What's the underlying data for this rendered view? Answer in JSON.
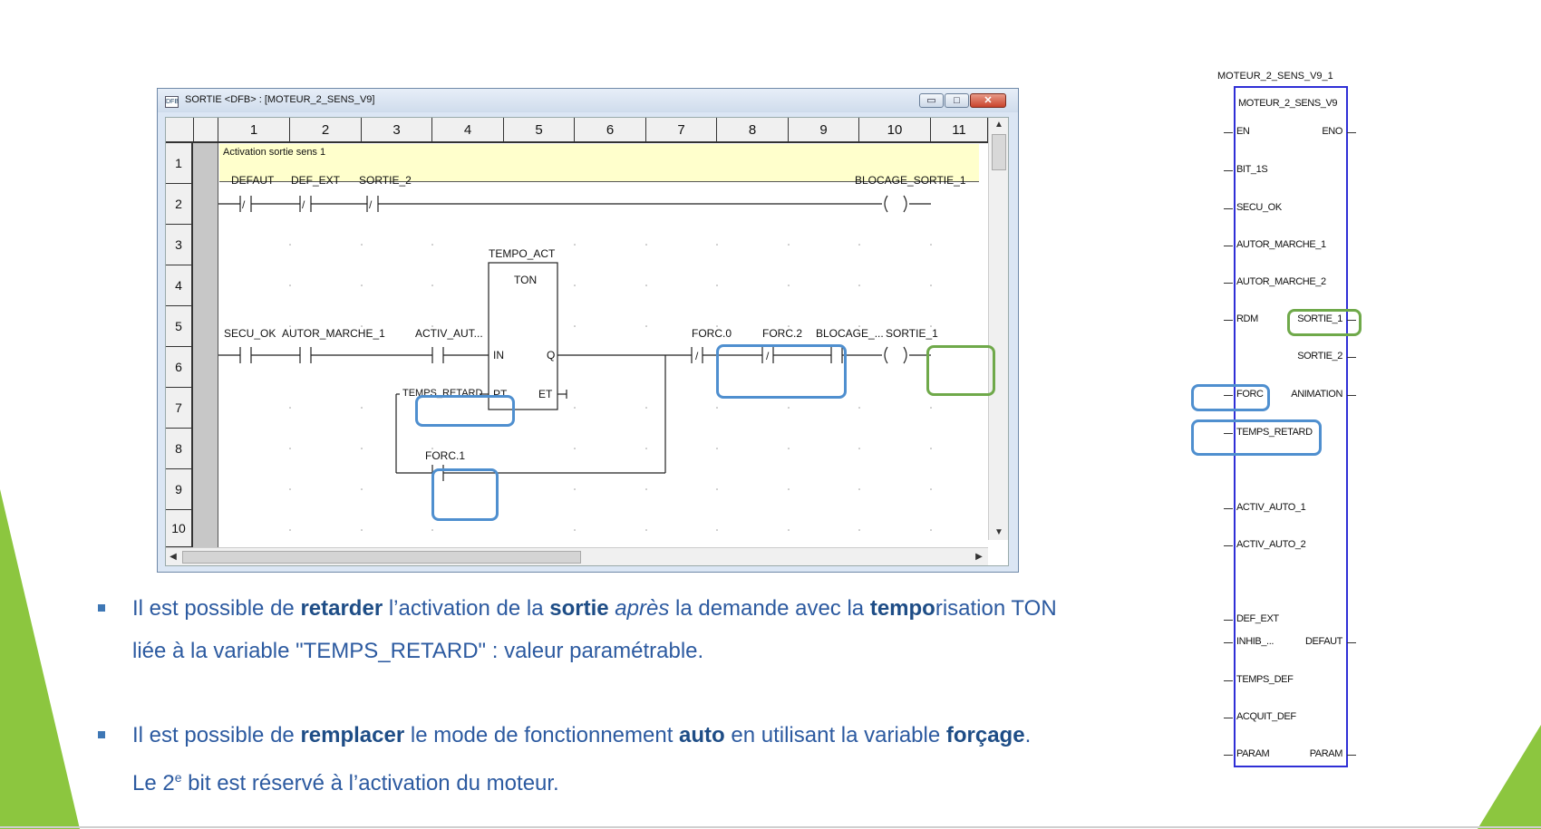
{
  "window": {
    "title": "SORTIE <DFB> : [MOTEUR_2_SENS_V9]",
    "icon_label": "DFB",
    "btn_min": "▭",
    "btn_max": "□",
    "btn_close": "✕"
  },
  "grid": {
    "columns": [
      "1",
      "2",
      "3",
      "4",
      "5",
      "6",
      "7",
      "8",
      "9",
      "10",
      "11"
    ],
    "rows": [
      "1",
      "2",
      "3",
      "4",
      "5",
      "6",
      "7",
      "8",
      "9",
      "10"
    ],
    "comment": "Activation sortie sens 1"
  },
  "ladder": {
    "defaut": "DEFAUT",
    "def_ext": "DEF_EXT",
    "sortie_2": "SORTIE_2",
    "blocage_sortie_1": "BLOCAGE_SORTIE_1",
    "tempo_act": "TEMPO_ACT",
    "ton": "TON",
    "in": "IN",
    "q": "Q",
    "pt": "PT",
    "et": "ET",
    "secu_ok": "SECU_OK",
    "autor_marche_1": "AUTOR_MARCHE_1",
    "activ_aut": "ACTIV_AUT...",
    "temps_retard": "TEMPS_RETARD",
    "forc0": "FORC.0",
    "forc2": "FORC.2",
    "blocage": "BLOCAGE_...",
    "sortie_1": "SORTIE_1",
    "forc1": "FORC.1",
    "nc_mark": "/",
    "coil_mark": "(    )"
  },
  "text": {
    "p1_line1": [
      {
        "t": "Il est possible de ",
        "b": false,
        "i": false
      },
      {
        "t": "retarder",
        "b": true,
        "i": false
      },
      {
        "t": " l’activation de la ",
        "b": false,
        "i": false
      },
      {
        "t": "sortie",
        "b": true,
        "i": false
      },
      {
        "t": " ",
        "b": false,
        "i": false
      },
      {
        "t": "après",
        "b": false,
        "i": true
      },
      {
        "t": " la demande avec la ",
        "b": false,
        "i": false
      },
      {
        "t": "tempo",
        "b": true,
        "i": false
      },
      {
        "t": "risation TON",
        "b": false,
        "i": false
      }
    ],
    "p1_line2": "liée à la variable \"TEMPS_RETARD\" : valeur paramétrable.",
    "p2_line1": [
      {
        "t": "Il est possible de ",
        "b": false,
        "i": false
      },
      {
        "t": "remplacer",
        "b": true,
        "i": false
      },
      {
        "t": " le mode de fonctionnement ",
        "b": false,
        "i": false
      },
      {
        "t": "auto",
        "b": true,
        "i": false
      },
      {
        "t": " en utilisant la variable ",
        "b": false,
        "i": false
      },
      {
        "t": "forçage",
        "b": true,
        "i": false
      },
      {
        "t": ".",
        "b": false,
        "i": false
      }
    ],
    "p2_line2_a": "Le 2",
    "p2_line2_sup": "e",
    "p2_line2_b": " bit est réservé à l’activation du moteur."
  },
  "fb": {
    "title": "MOTEUR_2_SENS_V9_1",
    "type": "MOTEUR_2_SENS_V9",
    "inputs": [
      "EN",
      "BIT_1S",
      "SECU_OK",
      "AUTOR_MARCHE_1",
      "AUTOR_MARCHE_2",
      "RDM",
      "FORC",
      "TEMPS_RETARD",
      "ACTIV_AUTO_1",
      "ACTIV_AUTO_2",
      "DEF_EXT",
      "INHIB_...",
      "TEMPS_DEF",
      "ACQUIT_DEF",
      "PARAM"
    ],
    "outputs": [
      "ENO",
      "SORTIE_1",
      "SORTIE_2",
      "ANIMATION",
      "DEFAUT",
      "PARAM"
    ]
  },
  "colors": {
    "accent_green": "#8cc63f",
    "highlight_blue": "#4f8fcf",
    "highlight_green": "#6fa94a",
    "text_blue": "#2c5aa0",
    "fb_border": "#2f2fd6"
  }
}
